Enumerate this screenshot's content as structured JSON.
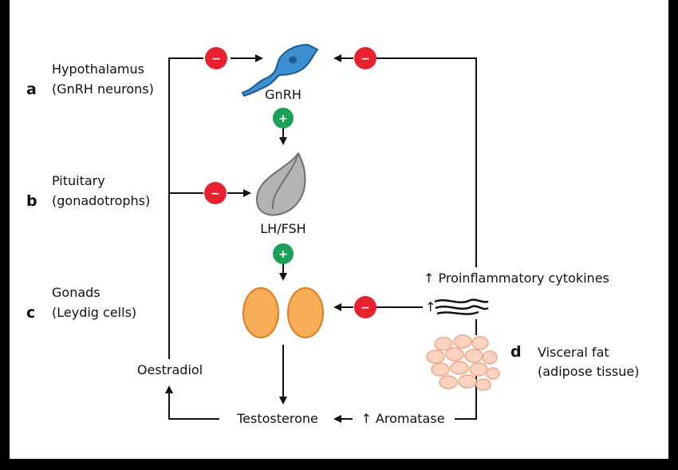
{
  "levels": {
    "a": {
      "letter": "a",
      "line1": "Hypothalamus",
      "line2": "(GnRH neurons)"
    },
    "b": {
      "letter": "b",
      "line1": "Pituitary",
      "line2": "(gonadotrophs)"
    },
    "c": {
      "letter": "c",
      "line1": "Gonads",
      "line2": "(Leydig cells)"
    },
    "d": {
      "letter": "d",
      "line1": "Visceral fat",
      "line2": "(adipose tissue)"
    }
  },
  "hormones": {
    "gnrh": "GnRH",
    "lhfsh": "LH/FSH",
    "testosterone": "Testosterone",
    "oestradiol": "Oestradiol",
    "aromatase": "↑ Aromatase",
    "cytokines": "↑ Proinflammatory cytokines",
    "obscured_prefix": "↑"
  },
  "signs": {
    "inhibit": "−",
    "stimulate": "+"
  },
  "colors": {
    "inhibit": "#e8212e",
    "stimulate": "#1ba157",
    "neuron": "#3c8fd1",
    "neuron_outline": "#1d5b8f",
    "gland": "#b3b3b3",
    "gland_outline": "#6f6f6f",
    "gonad": "#f6ad55",
    "gonad_outline": "#e07b25",
    "fat": "#fbd3bf",
    "fat_outline": "#eaa98a",
    "line": "#111111"
  }
}
